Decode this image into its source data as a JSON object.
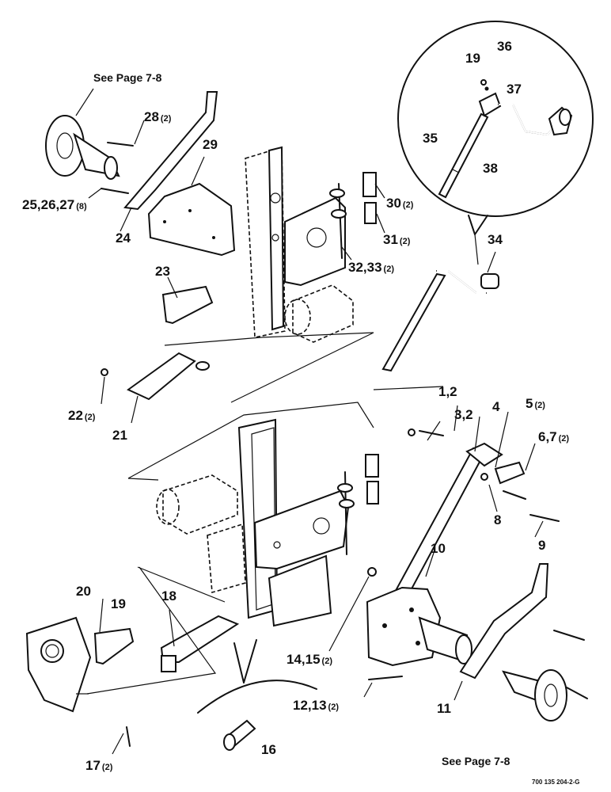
{
  "references": {
    "top": "See Page 7-8",
    "bottom": "See Page 7-8"
  },
  "callouts": [
    {
      "id": "c36",
      "text": "36",
      "qty": ""
    },
    {
      "id": "c19a",
      "text": "19",
      "qty": ""
    },
    {
      "id": "c37",
      "text": "37",
      "qty": ""
    },
    {
      "id": "c35",
      "text": "35",
      "qty": ""
    },
    {
      "id": "c38",
      "text": "38",
      "qty": ""
    },
    {
      "id": "c28",
      "text": "28",
      "qty": "(2)"
    },
    {
      "id": "c29",
      "text": "29",
      "qty": ""
    },
    {
      "id": "c30",
      "text": "30",
      "qty": "(2)"
    },
    {
      "id": "c31",
      "text": "31",
      "qty": "(2)"
    },
    {
      "id": "c25",
      "text": "25,26,27",
      "qty": "(8)"
    },
    {
      "id": "c24",
      "text": "24",
      "qty": ""
    },
    {
      "id": "c32",
      "text": "32,33",
      "qty": "(2)"
    },
    {
      "id": "c34",
      "text": "34",
      "qty": ""
    },
    {
      "id": "c23",
      "text": "23",
      "qty": ""
    },
    {
      "id": "c22",
      "text": "22",
      "qty": "(2)"
    },
    {
      "id": "c21",
      "text": "21",
      "qty": ""
    },
    {
      "id": "c1",
      "text": "1,2",
      "qty": ""
    },
    {
      "id": "c3",
      "text": "3,2",
      "qty": ""
    },
    {
      "id": "c4",
      "text": "4",
      "qty": ""
    },
    {
      "id": "c5",
      "text": "5",
      "qty": "(2)"
    },
    {
      "id": "c6",
      "text": "6,7",
      "qty": "(2)"
    },
    {
      "id": "c8",
      "text": "8",
      "qty": ""
    },
    {
      "id": "c9",
      "text": "9",
      "qty": ""
    },
    {
      "id": "c10",
      "text": "10",
      "qty": ""
    },
    {
      "id": "c20",
      "text": "20",
      "qty": ""
    },
    {
      "id": "c19b",
      "text": "19",
      "qty": ""
    },
    {
      "id": "c18",
      "text": "18",
      "qty": ""
    },
    {
      "id": "c14",
      "text": "14,15",
      "qty": "(2)"
    },
    {
      "id": "c12",
      "text": "12,13",
      "qty": "(2)"
    },
    {
      "id": "c11",
      "text": "11",
      "qty": ""
    },
    {
      "id": "c16",
      "text": "16",
      "qty": ""
    },
    {
      "id": "c17",
      "text": "17",
      "qty": "(2)"
    }
  ],
  "drawing_code": "700 135 204-2-G"
}
